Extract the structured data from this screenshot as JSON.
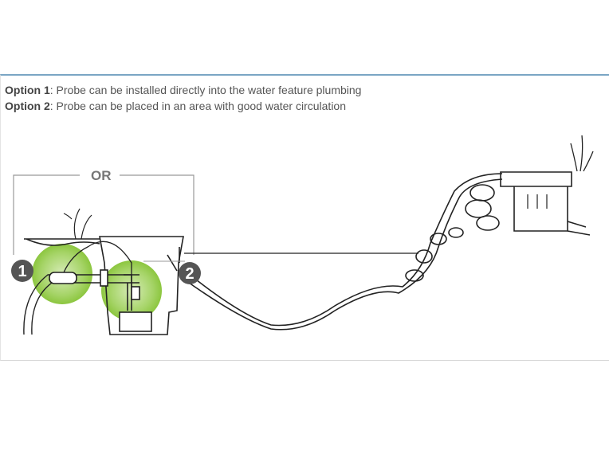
{
  "captions": [
    {
      "label": "Option 1",
      "text": ": Probe can be installed directly into the water feature plumbing"
    },
    {
      "label": "Option 2",
      "text": ": Probe can be placed in an area with good water circulation"
    }
  ],
  "diagram": {
    "or_label": "OR",
    "markers": [
      "1",
      "2"
    ],
    "colors": {
      "accent_line": "#7aa6c4",
      "highlight": "#8cc63f",
      "marker": "#555555"
    }
  }
}
